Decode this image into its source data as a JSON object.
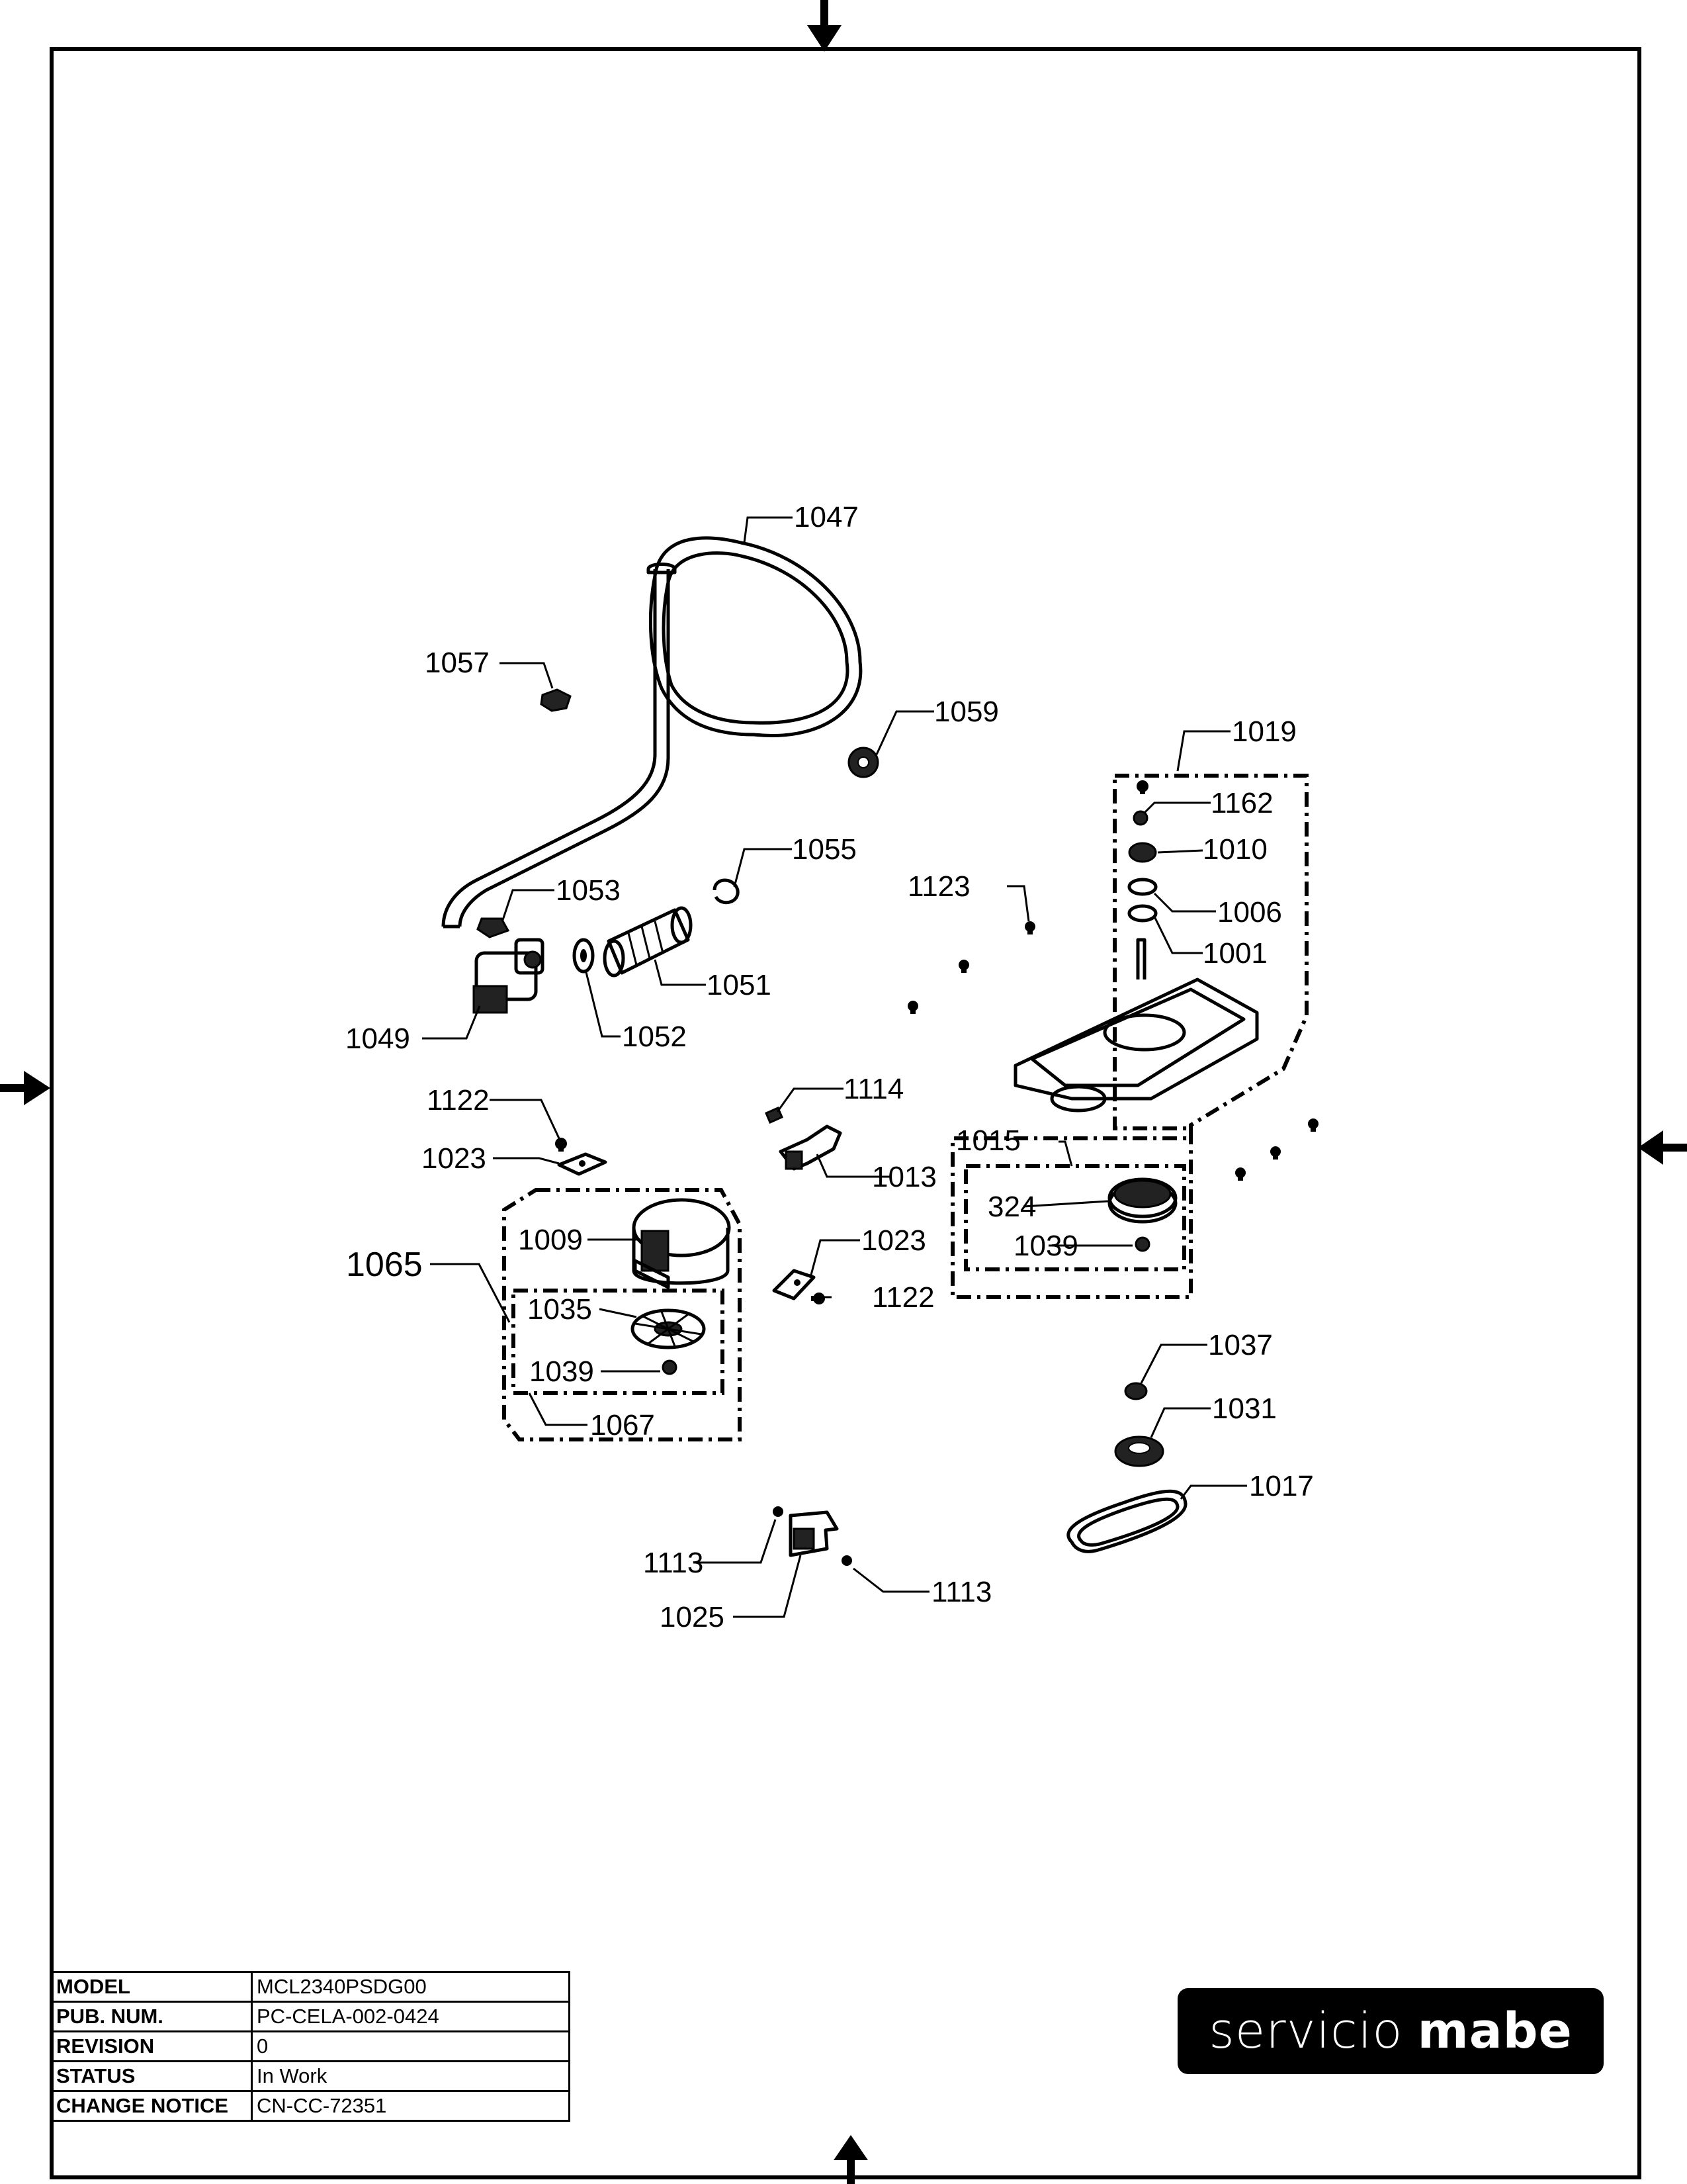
{
  "drawing": {
    "part_labels": {
      "p1047": "1047",
      "p1057": "1057",
      "p1059": "1059",
      "p1019": "1019",
      "p1162": "1162",
      "p1010": "1010",
      "p1006": "1006",
      "p1001": "1001",
      "p1055": "1055",
      "p1123": "1123",
      "p1053": "1053",
      "p1051": "1051",
      "p1049": "1049",
      "p1052": "1052",
      "p1114": "1114",
      "p1122a": "1122",
      "p1023a": "1023",
      "p1013": "1013",
      "p1015": "1015",
      "p324": "324",
      "p1039a": "1039",
      "p1009": "1009",
      "p1065": "1065",
      "p1023b": "1023",
      "p1035": "1035",
      "p1122b": "1122",
      "p1039b": "1039",
      "p1067": "1067",
      "p1037": "1037",
      "p1031": "1031",
      "p1017": "1017",
      "p1113a": "1113",
      "p1113b": "1113",
      "p1025": "1025"
    }
  },
  "title_block": {
    "model_key": "MODEL",
    "model_val": "MCL2340PSDG00",
    "pub_key": "PUB. NUM.",
    "pub_val": "PC-CELA-002-0424",
    "rev_key": "REVISION",
    "rev_val": "0",
    "status_key": "STATUS",
    "status_val": "In Work",
    "cn_key": "CHANGE NOTICE",
    "cn_val": "CN-CC-72351"
  },
  "brand": {
    "part1": "servicio",
    "part2": "mabe"
  }
}
